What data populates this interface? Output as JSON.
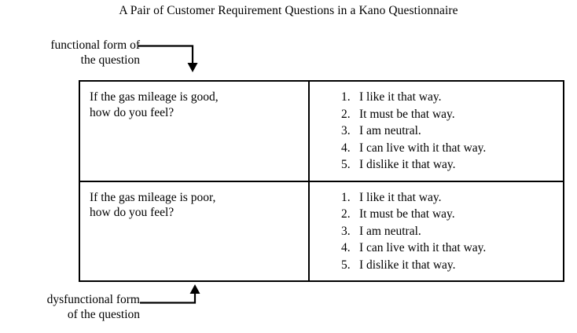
{
  "figure": {
    "title": "A Pair of Customer Requirement Questions in a Kano Questionnaire"
  },
  "callouts": {
    "functional": {
      "line1": "functional form of",
      "line2": "the question"
    },
    "dysfunctional": {
      "line1": "dysfunctional form",
      "line2": "of the question"
    }
  },
  "colors": {
    "line": "#000000",
    "text": "#000000",
    "background": "#ffffff"
  },
  "table": {
    "rows": [
      {
        "question": {
          "line1": "If the gas mileage is good,",
          "line2": "how do you feel?"
        },
        "answers": [
          {
            "number": "1.",
            "text": "I like it that way."
          },
          {
            "number": "2.",
            "text": "It must be that way."
          },
          {
            "number": "3.",
            "text": "I am neutral."
          },
          {
            "number": "4.",
            "text": "I can live with it that way."
          },
          {
            "number": "5.",
            "text": "I dislike it that way."
          }
        ]
      },
      {
        "question": {
          "line1": "If the gas mileage is poor,",
          "line2": "how do you feel?"
        },
        "answers": [
          {
            "number": "1.",
            "text": "I like it that way."
          },
          {
            "number": "2.",
            "text": "It must be that way."
          },
          {
            "number": "3.",
            "text": "I am neutral."
          },
          {
            "number": "4.",
            "text": "I can live with it that way."
          },
          {
            "number": "5.",
            "text": "I dislike it that way."
          }
        ]
      }
    ]
  }
}
